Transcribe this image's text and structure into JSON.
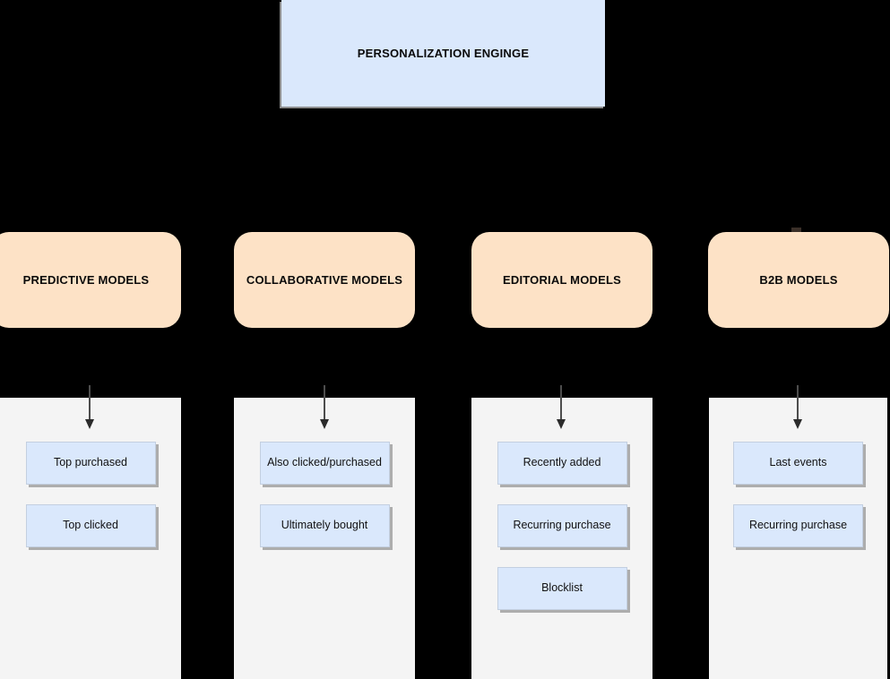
{
  "diagram": {
    "title_box": {
      "label": "PERSONALIZATION ENGINGE",
      "fill": "#dae8fc"
    },
    "model_fill": "#fde2c6",
    "item_fill": "#dae8fc",
    "panel_fill": "#f4f4f4",
    "background": "#000000",
    "columns": [
      {
        "model_label": "PREDICTIVE MODELS",
        "items": [
          {
            "label": "Top purchased"
          },
          {
            "label": "Top clicked"
          }
        ]
      },
      {
        "model_label": "COLLABORATIVE MODELS",
        "items": [
          {
            "label": "Also clicked/purchased"
          },
          {
            "label": "Ultimately bought"
          }
        ]
      },
      {
        "model_label": "EDITORIAL MODELS",
        "items": [
          {
            "label": "Recently added"
          },
          {
            "label": "Recurring purchase"
          },
          {
            "label": "Blocklist"
          }
        ]
      },
      {
        "model_label": "B2B MODELS",
        "items": [
          {
            "label": "Last events"
          },
          {
            "label": "Recurring purchase"
          }
        ]
      }
    ]
  }
}
